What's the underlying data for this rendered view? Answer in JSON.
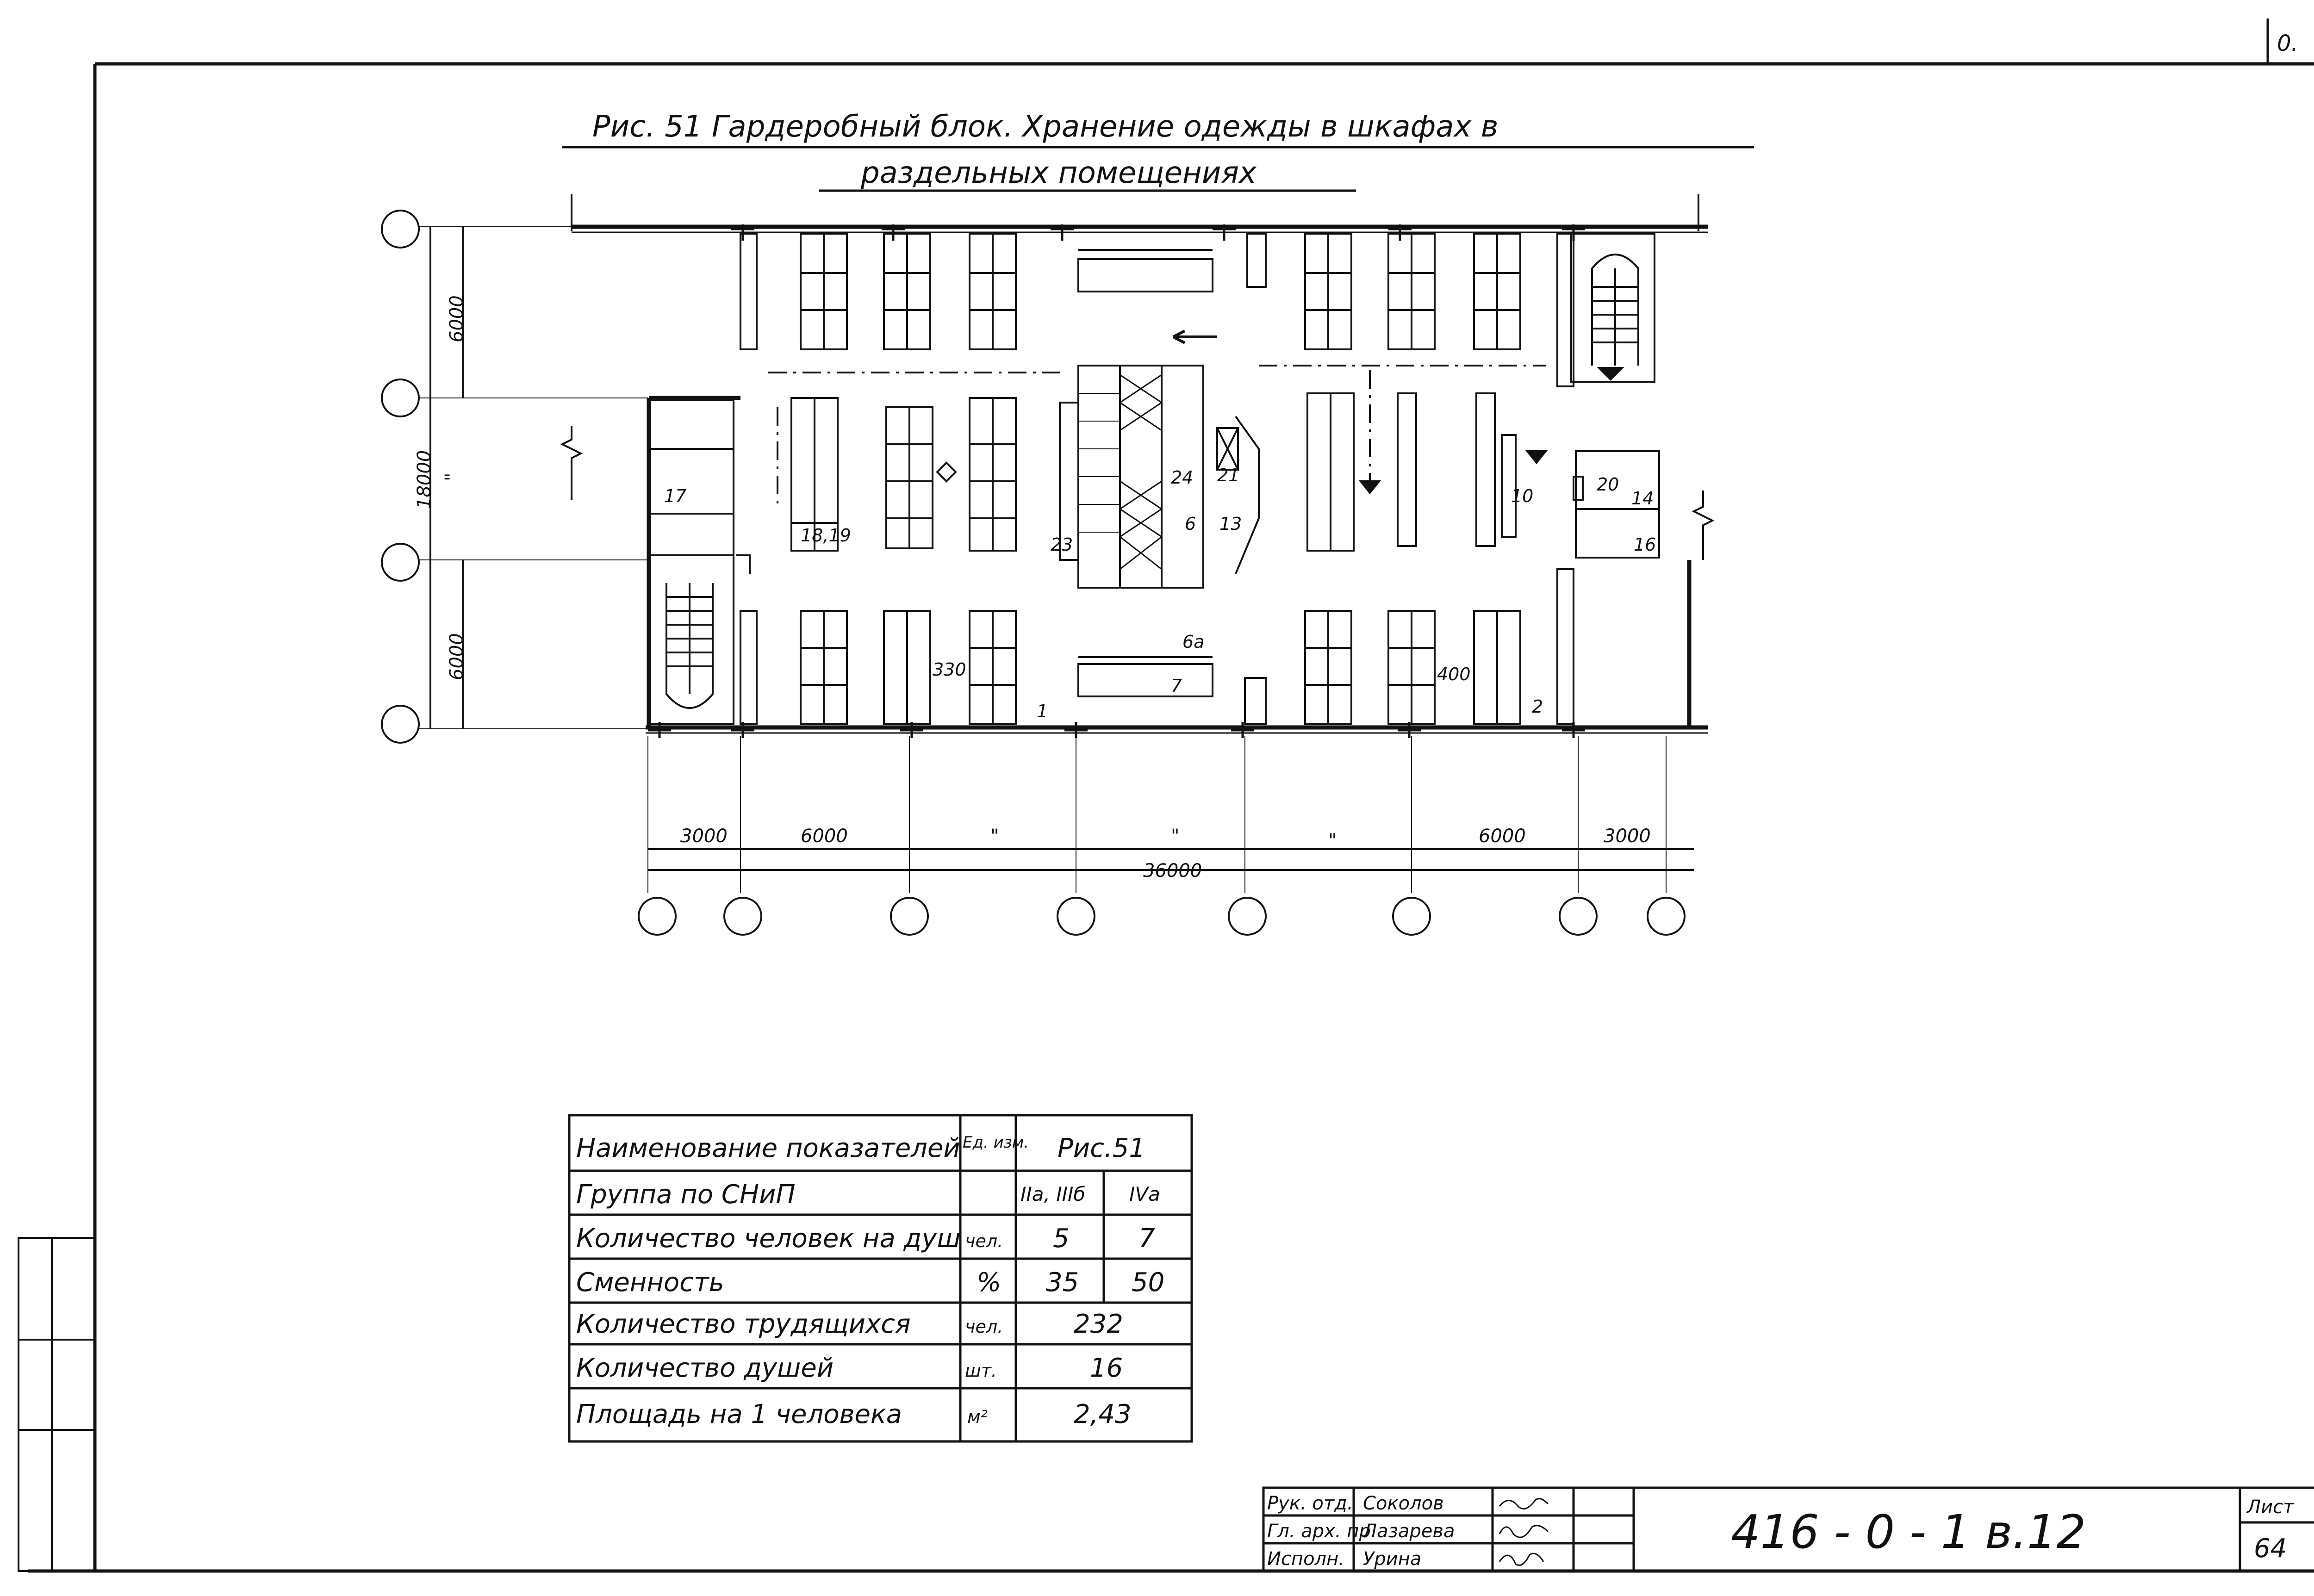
{
  "corner_mark": "0.",
  "figure": {
    "title_line1": "Рис. 51  Гардеробный блок.   Хранение  одежды  в  шкафах  в",
    "title_line2": "раздельных   помещениях"
  },
  "plan": {
    "vertical_dims": {
      "top": "6000",
      "middle_left": "18000",
      "middle_right": "\"",
      "bottom": "6000"
    },
    "horizontal_dims": [
      "3000",
      "6000",
      "\"",
      "\"",
      "\"",
      "6000",
      "3000"
    ],
    "total_length": "36000",
    "room_labels": {
      "r17": "17",
      "r18_19": "18,19",
      "r24": "24",
      "r21": "21",
      "r6": "6",
      "r13": "13",
      "r23": "23",
      "r10": "10",
      "r20": "20",
      "r14": "14",
      "r16": "16",
      "r6a": "6а",
      "r7": "7",
      "r1": "1",
      "r2": "2",
      "d330": "330",
      "d400": "400"
    }
  },
  "indicators": {
    "headers": {
      "name": "Наименование показателей",
      "unit": "Ед. изм.",
      "fig": "Рис.51"
    },
    "rows": [
      {
        "name": "Группа  по  СНиП",
        "unit": "",
        "a": "IIа, IIIб",
        "b": "IVа"
      },
      {
        "name": "Количество человек на душ",
        "unit": "чел.",
        "a": "5",
        "b": "7"
      },
      {
        "name": "Сменность",
        "unit": "%",
        "a": "35",
        "b": "50"
      },
      {
        "name": "Количество трудящихся",
        "unit": "чел.",
        "ab": "232"
      },
      {
        "name": "Количество душей",
        "unit": "шт.",
        "ab": "16"
      },
      {
        "name": "Площадь на 1 человека",
        "unit": "м²",
        "ab": "2,43"
      }
    ]
  },
  "stamp": {
    "roles": [
      "Рук. отд.",
      "Гл. арх. пр.",
      "Исполн."
    ],
    "names": [
      "Соколов",
      "Лазарева",
      "Урина"
    ],
    "code": "416 - 0 - 1   в.12",
    "sheet_label": "Лист",
    "sheet_number": "64"
  }
}
